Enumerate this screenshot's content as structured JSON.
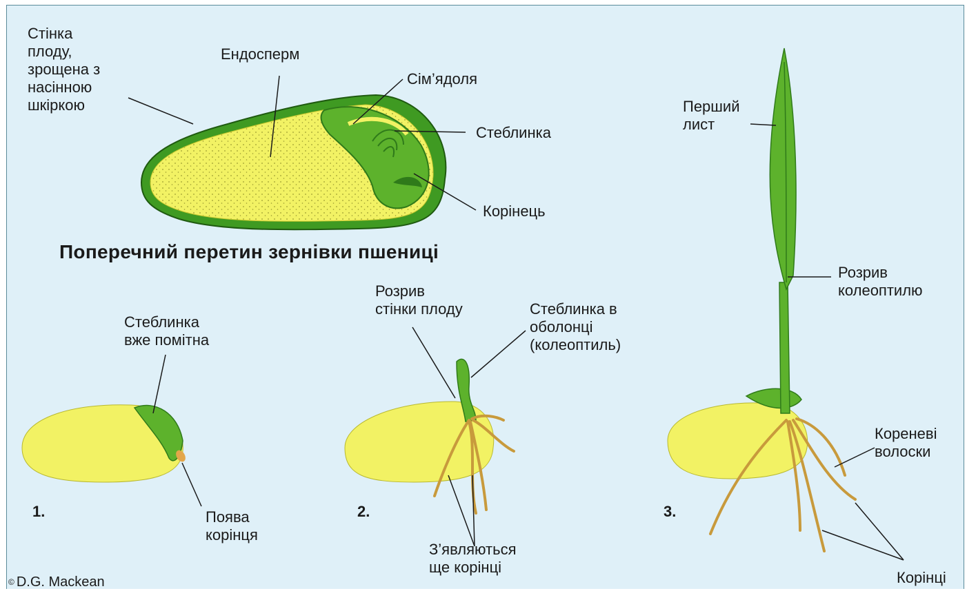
{
  "title": "Поперечний перетин зернівки пшениці",
  "credit": {
    "symbol": "©",
    "author": "D.G. Mackean"
  },
  "section_labels": {
    "pericarp": "Стінка\nплоду,\nзрощена з\nнасінною\nшкіркою",
    "endosperm": "Ендосперм",
    "cotyledon": "Сім’ядоля",
    "plumule": "Стеблинка",
    "radicle": "Корінець"
  },
  "stage1": {
    "number": "1.",
    "plumule_visible": "Стеблинка\nвже помітна",
    "radicle_emerges": "Поява\nкорінця"
  },
  "stage2": {
    "number": "2.",
    "fruit_wall_rupture": "Розрив\nстінки плоду",
    "plumule_in_sheath": "Стеблинка в\nоболонці\n(колеоптиль)",
    "more_roots": "З’являються\nще корінці"
  },
  "stage3": {
    "number": "3.",
    "first_leaf": "Перший\nлист",
    "coleoptile_rupture": "Розрив\nколеоптилю",
    "root_hairs": "Кореневі\nволоски",
    "roots": "Корінці"
  },
  "colors": {
    "background": "#dff0f8",
    "endosperm": "#f0f060",
    "embryo_green": "#5db22c",
    "dark_green": "#2f7a1a",
    "root_tan": "#d4a04a"
  }
}
